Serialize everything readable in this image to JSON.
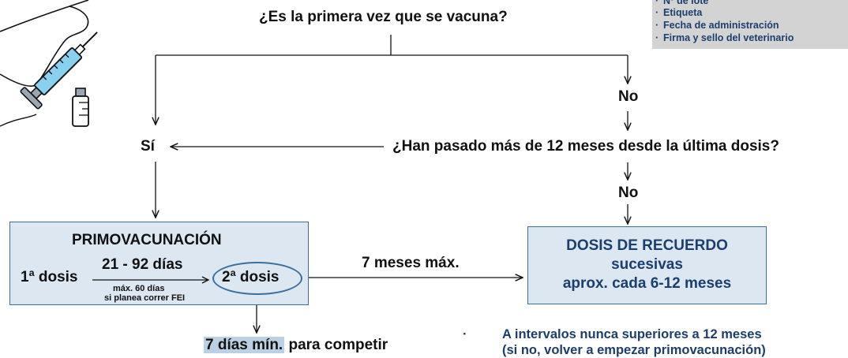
{
  "info_box": {
    "items": [
      "Nº de lote",
      "Etiqueta",
      "Fecha de administración",
      "Firma y sello del veterinario"
    ]
  },
  "question1": "¿Es la primera vez que se vacuna?",
  "question2": "¿Han pasado más de 12 meses desde la última dosis?",
  "yes_label": "Sí",
  "no_label_1": "No",
  "no_label_2": "No",
  "primo_box": {
    "title": "PRIMOVACUNACIÓN",
    "first_dose": "1ª dosis",
    "interval": "21 - 92 días",
    "max_note_1": "máx. 60 días",
    "max_note_2": "si planea correr FEI",
    "second_dose": "2ª dosis"
  },
  "transition_label": "7 meses máx.",
  "booster_box": {
    "title": "DOSIS DE RECUERDO",
    "line2": "sucesivas",
    "line3": "aprox. cada 6-12 meses"
  },
  "compete_label": {
    "highlight": "7 días mín.",
    "rest": " para competir"
  },
  "notes": {
    "line1": "A intervalos nunca superiores a 12 meses",
    "line2": "(si no, volver a empezar primovacunación)"
  },
  "colors": {
    "box_fill": "#dde7f1",
    "box_border": "#3a6e9c",
    "navy_text": "#1c3e6e",
    "highlight": "#bcd0e4"
  }
}
